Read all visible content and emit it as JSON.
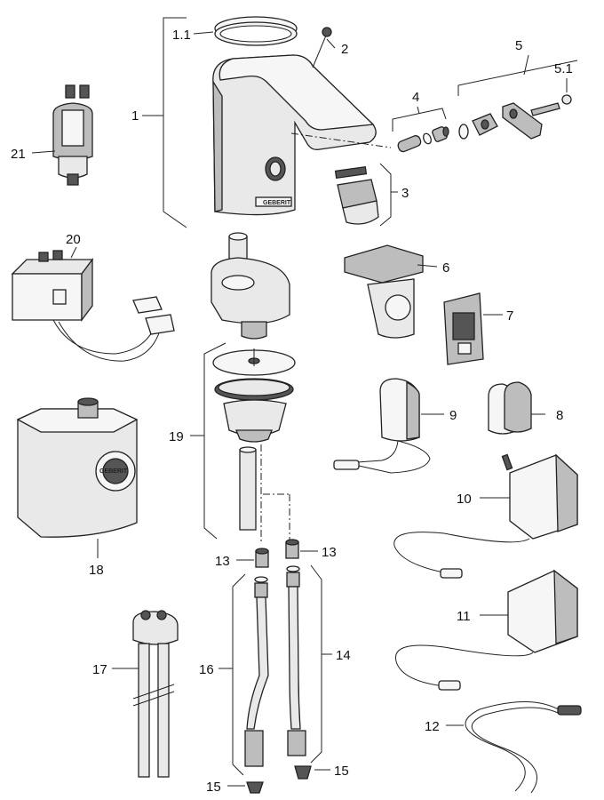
{
  "parts": [
    {
      "id": "p1_1",
      "number": "1.1"
    },
    {
      "id": "p2",
      "number": "2"
    },
    {
      "id": "p1",
      "number": "1"
    },
    {
      "id": "p5",
      "number": "5"
    },
    {
      "id": "p5_1",
      "number": "5.1"
    },
    {
      "id": "p4",
      "number": "4"
    },
    {
      "id": "p21",
      "number": "21"
    },
    {
      "id": "p3",
      "number": "3"
    },
    {
      "id": "p20",
      "number": "20"
    },
    {
      "id": "p6",
      "number": "6"
    },
    {
      "id": "p7",
      "number": "7"
    },
    {
      "id": "p19",
      "number": "19"
    },
    {
      "id": "p9",
      "number": "9"
    },
    {
      "id": "p8",
      "number": "8"
    },
    {
      "id": "p10",
      "number": "10"
    },
    {
      "id": "p18",
      "number": "18"
    },
    {
      "id": "p13a",
      "number": "13"
    },
    {
      "id": "p13b",
      "number": "13"
    },
    {
      "id": "p11",
      "number": "11"
    },
    {
      "id": "p17",
      "number": "17"
    },
    {
      "id": "p16",
      "number": "16"
    },
    {
      "id": "p14",
      "number": "14"
    },
    {
      "id": "p12",
      "number": "12"
    },
    {
      "id": "p15a",
      "number": "15"
    },
    {
      "id": "p15b",
      "number": "15"
    }
  ],
  "brand": {
    "name": "GEBERIT"
  },
  "colors": {
    "line": "#222222",
    "fill": "#e9e9e9",
    "shade": "#bdbdbd",
    "dark": "#555555"
  }
}
